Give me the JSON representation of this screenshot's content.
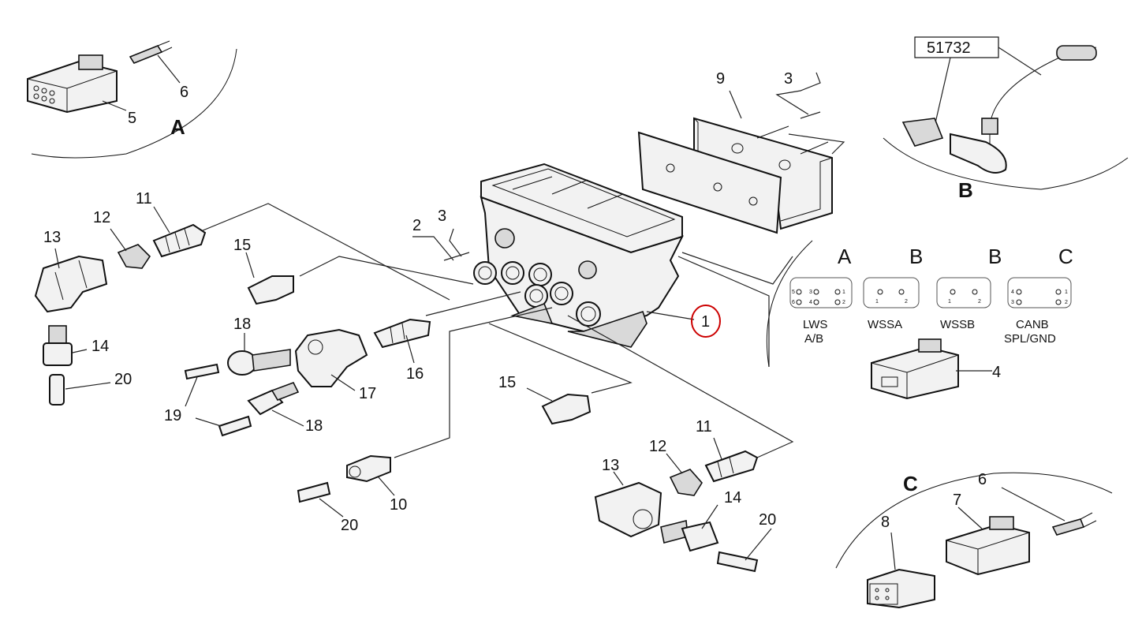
{
  "callouts": {
    "c1": "1",
    "c2": "2",
    "c3a": "3",
    "c3b": "3",
    "c4": "4",
    "c5": "5",
    "c6a": "6",
    "c6b": "6",
    "c7": "7",
    "c8": "8",
    "c9": "9",
    "c10": "10",
    "c11a": "11",
    "c11b": "11",
    "c12a": "12",
    "c12b": "12",
    "c13a": "13",
    "c13b": "13",
    "c14a": "14",
    "c14b": "14",
    "c15a": "15",
    "c15b": "15",
    "c16": "16",
    "c17": "17",
    "c18a": "18",
    "c18b": "18",
    "c19": "19",
    "c20a": "20",
    "c20b": "20",
    "c20c": "20"
  },
  "views": {
    "a": "A",
    "b": "B",
    "c": "C"
  },
  "reference_box": "51732",
  "connectors": [
    {
      "letter": "A",
      "name_line1": "LWS",
      "name_line2": "A/B",
      "pins": [
        "5",
        "3",
        "1",
        "6",
        "4",
        "2"
      ]
    },
    {
      "letter": "B",
      "name_line1": "WSSA",
      "name_line2": "",
      "pins": [
        "1",
        "2"
      ]
    },
    {
      "letter": "B",
      "name_line1": "WSSB",
      "name_line2": "",
      "pins": [
        "1",
        "2"
      ]
    },
    {
      "letter": "C",
      "name_line1": "CANB",
      "name_line2": "SPL/GND",
      "pins": [
        "4",
        "1",
        "3",
        "2"
      ]
    }
  ],
  "highlight_color": "#cc0000"
}
